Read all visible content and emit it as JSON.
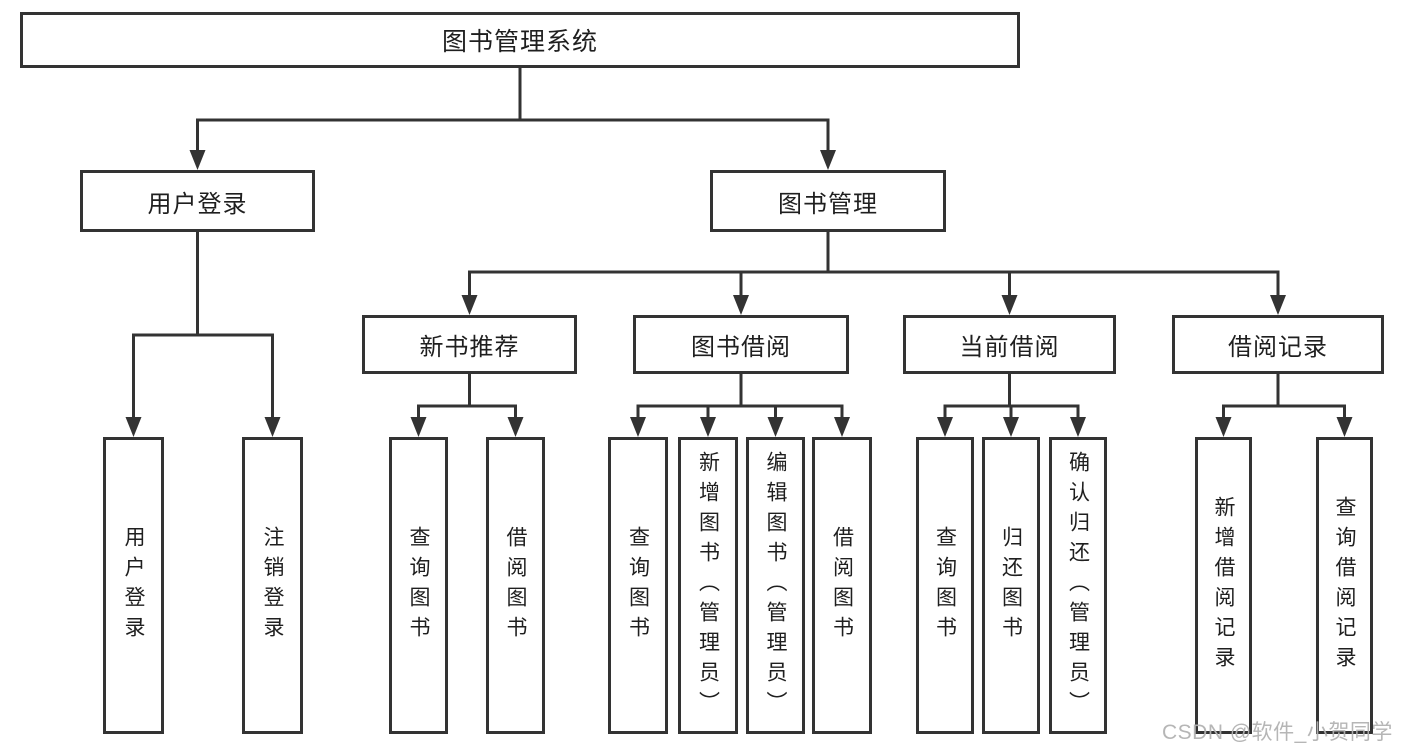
{
  "watermark": "CSDN @软件_小贺同学",
  "colors": {
    "line": "#333333",
    "text": "#1f1f1f",
    "background": "#ffffff",
    "watermark": "#b2b2b2"
  },
  "nodes": {
    "root": "图书管理系统",
    "user_login_branch": "用户登录",
    "book_mgmt_branch": "图书管理",
    "new_book_rec": "新书推荐",
    "book_borrow": "图书借阅",
    "current_borrow": "当前借阅",
    "borrow_records": "借阅记录",
    "leaf_user_login": "用户登录",
    "leaf_logout_login": "注销登录",
    "leaf_nbr_query_books": "查询图书",
    "leaf_nbr_borrow_books": "借阅图书",
    "leaf_bb_query_books": "查询图书",
    "leaf_bb_add_books_admin": "新增图书（管理员）",
    "leaf_bb_edit_books_admin": "编辑图书（管理员）",
    "leaf_bb_borrow_books": "借阅图书",
    "leaf_cb_query_books": "查询图书",
    "leaf_cb_return_books": "归还图书",
    "leaf_cb_confirm_return_admin": "确认归还（管理员）",
    "leaf_br_add_record": "新增借阅记录",
    "leaf_br_query_record": "查询借阅记录"
  }
}
